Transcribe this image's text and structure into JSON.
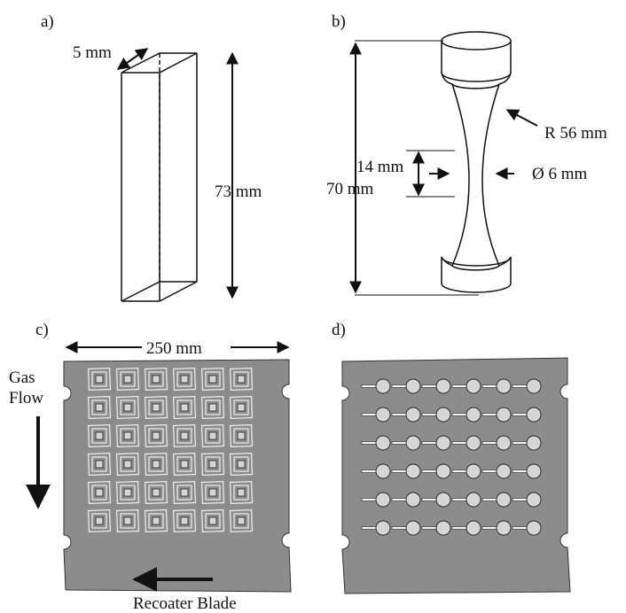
{
  "panels": {
    "a": {
      "label": "a)",
      "width_label": "5 mm",
      "height_label": "73 mm"
    },
    "b": {
      "label": "b)",
      "total_length_label": "70 mm",
      "gauge_length_label": "14 mm",
      "radius_label": "R 56 mm",
      "diameter_label": "Ø 6 mm"
    },
    "c": {
      "label": "c)",
      "plate_width_label": "250 mm",
      "gas_flow_line1": "Gas",
      "gas_flow_line2": "Flow",
      "recoater_label": "Recoater Blade",
      "grid_rows": 6,
      "grid_cols": 6
    },
    "d": {
      "label": "d)",
      "grid_rows": 6,
      "grid_cols": 6
    }
  },
  "colors": {
    "plate": "#8c8c8c",
    "specimen_fill": "#d6d6d6",
    "line": "#111111"
  }
}
